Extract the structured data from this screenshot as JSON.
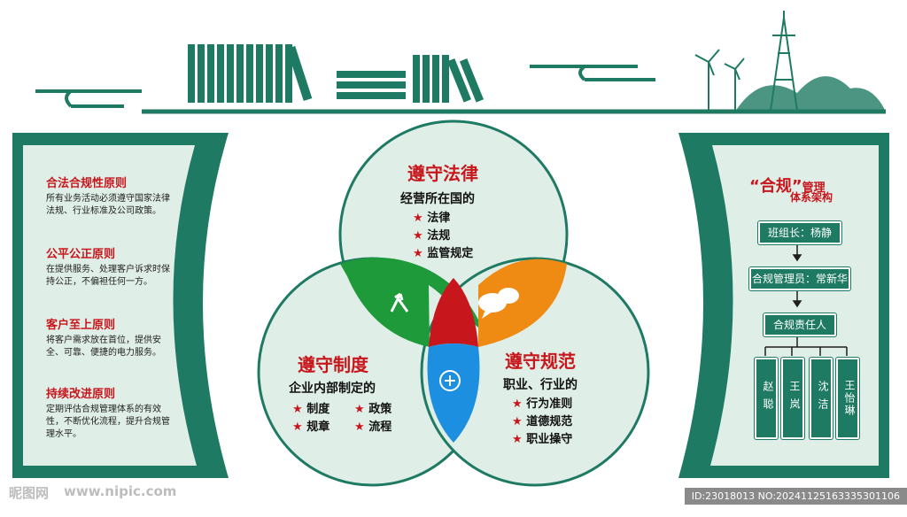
{
  "colors": {
    "teal": "#1f7a63",
    "light": "#dfeee6",
    "red": "#c8161d",
    "green": "#1e9a3a",
    "orange": "#ef8a12",
    "blue": "#1c8fe0"
  },
  "left_panel": {
    "principles": [
      {
        "title": "合法合规性原则",
        "body": "所有业务活动必须遵守国家法律法规、行业标准及公司政策。"
      },
      {
        "title": "公平公正原则",
        "body": "在提供服务、处理客户诉求时保持公正，不偏袒任何一方。"
      },
      {
        "title": "客户至上原则",
        "body": "将客户需求放在首位，提供安全、可靠、便捷的电力服务。"
      },
      {
        "title": "持续改进原则",
        "body": "定期评估合规管理体系的有效性，不断优化流程，提升合规管理水平。"
      }
    ]
  },
  "venn": {
    "top": {
      "title": "遵守法律",
      "subtitle": "经营所在国的",
      "items": [
        "法律",
        "法规",
        "监管规定"
      ]
    },
    "left": {
      "title": "遵守制度",
      "subtitle": "企业内部制定的",
      "items": [
        "制度",
        "政策",
        "规章",
        "流程"
      ]
    },
    "right": {
      "title": "遵守规范",
      "subtitle": "职业、行业的",
      "items": [
        "行为准则",
        "道德规范",
        "职业操守"
      ]
    },
    "star": "★"
  },
  "right_panel": {
    "title_quote": "“合规”",
    "title_rest": "管理",
    "title_line2": "体系架构",
    "team_leader": "班组长：杨静",
    "compliance_manager": "合规管理员：常新华",
    "responsible_label": "合规责任人",
    "people": [
      "赵聪",
      "王岚",
      "沈洁",
      "王怡琳"
    ]
  },
  "watermark": {
    "logo": "昵图网",
    "url": "www.nipic.com",
    "id_text": "ID:23018013 NO:20241125163335301106"
  }
}
